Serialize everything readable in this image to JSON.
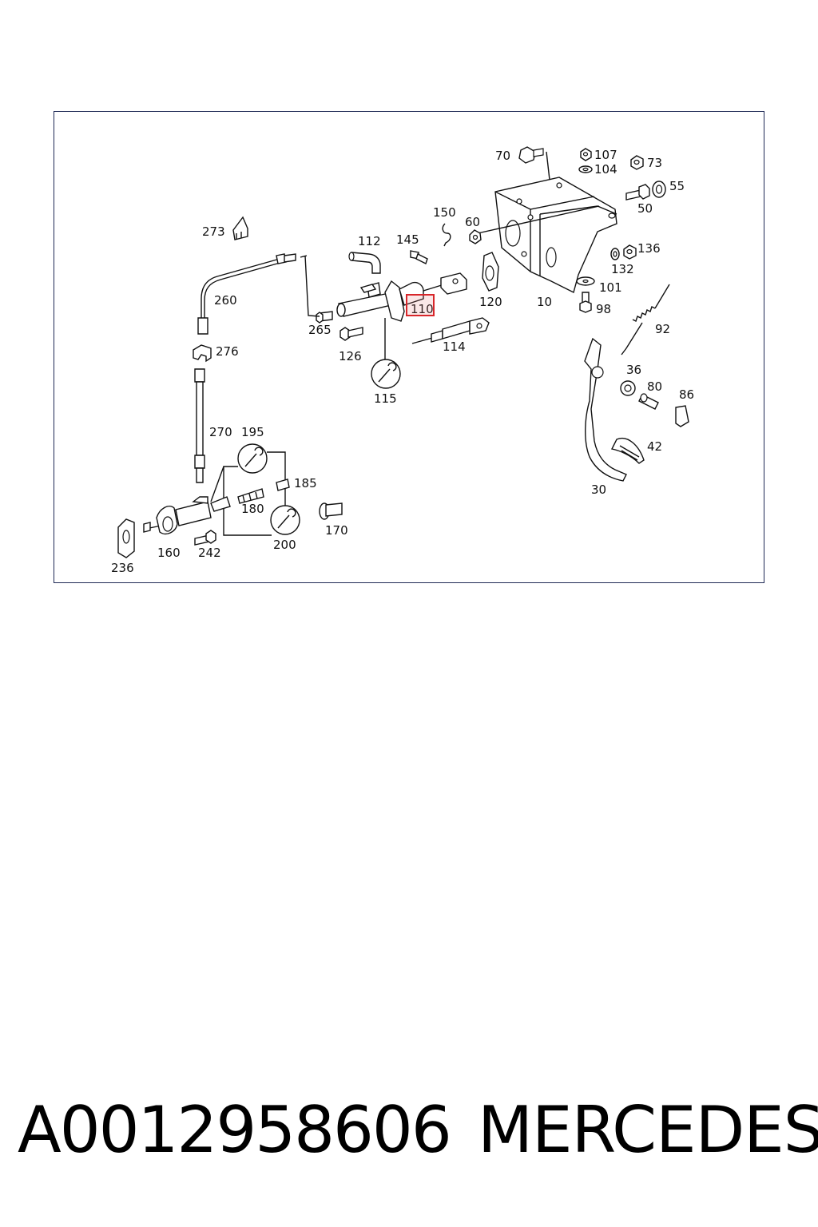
{
  "diagram": {
    "callouts": [
      "70",
      "107",
      "104",
      "73",
      "55",
      "50",
      "150",
      "60",
      "112",
      "145",
      "273",
      "136",
      "132",
      "101",
      "98",
      "120",
      "10",
      "110",
      "260",
      "265",
      "114",
      "126",
      "92",
      "276",
      "115",
      "36",
      "80",
      "86",
      "270",
      "195",
      "185",
      "42",
      "180",
      "30",
      "170",
      "160",
      "242",
      "200",
      "236"
    ],
    "highlighted_callout": "110"
  },
  "footer": {
    "part_number": "A0012958606",
    "brand": "MERCEDES"
  },
  "colors": {
    "frame_border": "#1f2a55",
    "highlight": "#d8262a"
  }
}
